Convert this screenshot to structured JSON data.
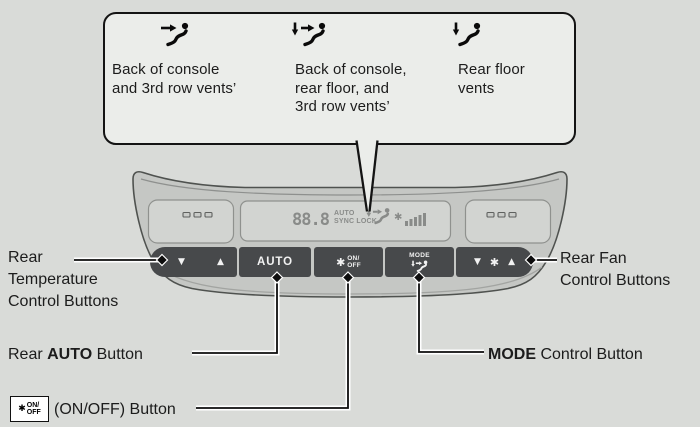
{
  "callout": {
    "modes": [
      {
        "icon": "airflow-vent-icon",
        "lines": [
          "Back of console",
          "and 3rd row vents’"
        ]
      },
      {
        "icon": "airflow-bilevel-icon",
        "lines": [
          "Back of console,",
          "rear floor, and",
          "3rd row vents’"
        ]
      },
      {
        "icon": "airflow-floor-icon",
        "lines": [
          "Rear floor",
          "vents"
        ]
      }
    ]
  },
  "panel": {
    "display": {
      "temperature": "88.8",
      "auto_indicator": "AUTO",
      "sync_lock_indicator": "SYNC LOCK",
      "airflow_icon": "airflow-bilevel-icon",
      "fan_speed_icon": "fan-speed-bars-icon",
      "fan_glyph": "✱"
    },
    "buttons": {
      "temp_down": "▼",
      "temp_up": "▲",
      "auto": "AUTO",
      "fan_glyph": "✱",
      "onoff_line1": "ON/",
      "onoff_line2": "OFF",
      "mode_label": "MODE",
      "fan_down": "▼",
      "fan_up": "▲"
    }
  },
  "annotations": {
    "rear_temperature": {
      "line1": "Rear",
      "line2": "Temperature",
      "line3": "Control Buttons"
    },
    "rear_fan": {
      "line1": "Rear Fan",
      "line2": "Control Buttons"
    },
    "rear_auto": {
      "pre": "Rear ",
      "bold": "AUTO",
      "post": " Button"
    },
    "onoff": {
      "chip_fan": "✱",
      "chip_line1": "ON/",
      "chip_line2": "OFF",
      "text": "(ON/OFF) Button"
    },
    "mode": {
      "bold": "MODE",
      "post": " Control Button"
    }
  },
  "colors": {
    "page_bg": "#d9dbd8",
    "callout_bg": "#ebedea",
    "panel_body": "#c5c7c4",
    "panel_inset": "#d2d4d1",
    "button_dark": "#47494b",
    "display_ink": "#898b89",
    "line_ink": "#141414"
  }
}
